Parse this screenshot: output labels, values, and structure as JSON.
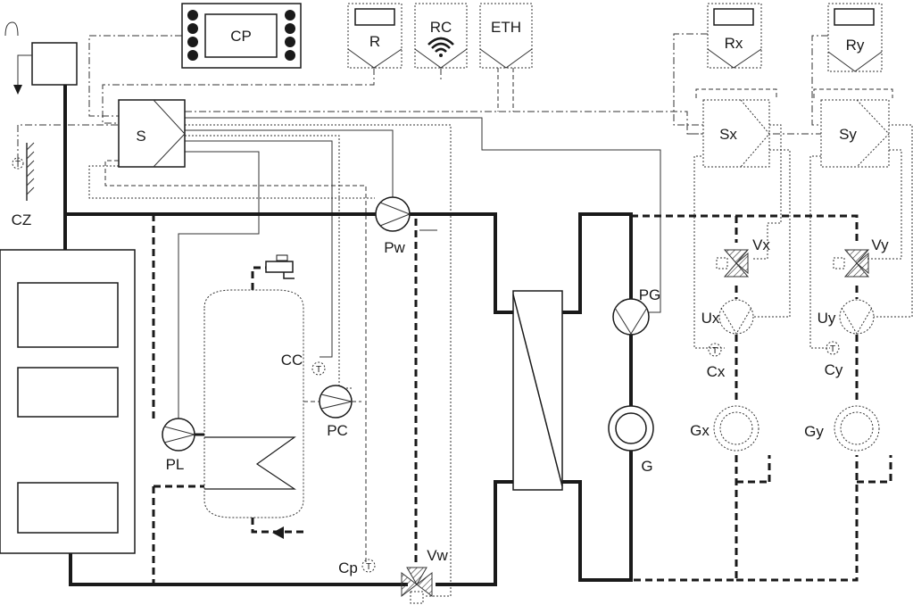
{
  "labels": {
    "cp": "CP",
    "r": "R",
    "rc": "RC",
    "eth": "ETH",
    "rx": "Rx",
    "ry": "Ry",
    "s": "S",
    "sx": "Sx",
    "sy": "Sy",
    "cz": "CZ",
    "pw": "Pw",
    "vx": "Vx",
    "vy": "Vy",
    "pg": "PG",
    "ux": "Ux",
    "uy": "Uy",
    "cc": "CC",
    "cx": "Cx",
    "cy": "Cy",
    "pc": "PC",
    "gx": "Gx",
    "gy": "Gy",
    "pl": "PL",
    "g": "G",
    "cp_sensor": "Cp",
    "vw": "Vw"
  }
}
